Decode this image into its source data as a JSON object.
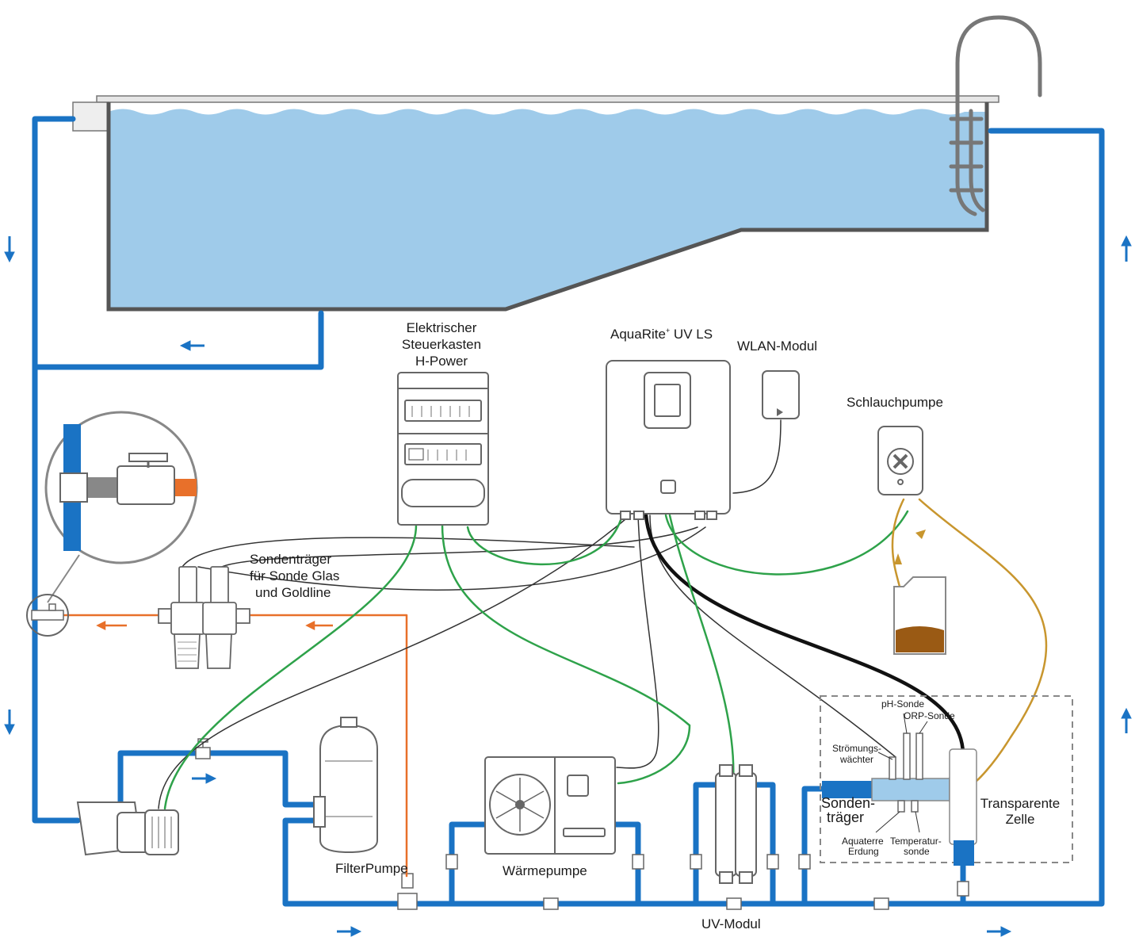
{
  "colors": {
    "pipe": "#1a73c4",
    "water": "#9fcbea",
    "pool_outline": "#555555",
    "orange_line": "#e8702a",
    "green_cable": "#2ea24a",
    "black_cable": "#222222",
    "tan_hose": "#c8962e",
    "device_outline": "#777777",
    "liquid": "#9a5a14"
  },
  "labels": {
    "control_box": [
      "Elektrischer",
      "Steuerkasten",
      "H-Power"
    ],
    "aquarite": "AquaRite",
    "aquarite_suffix": "+",
    "aquarite_model": " UV LS",
    "wlan": "WLAN-Modul",
    "peristaltic": "Schlauchpumpe",
    "probe_holder_glass": [
      "Sondenträger",
      "für Sonde Glas",
      "und Goldline"
    ],
    "ph_probe": "pH-Sonde",
    "orp_probe": "ORP-Sonde",
    "flow_switch": [
      "Strömungs-",
      "wächter"
    ],
    "probe_holder": [
      "Sonden-",
      "träger"
    ],
    "transparent_cell": [
      "Transparente",
      "Zelle"
    ],
    "ground": [
      "Aquaterre",
      "Erdung"
    ],
    "temp_probe": [
      "Temperatur-",
      "sonde"
    ],
    "filter_pump": "FilterPumpe",
    "heat_pump": "Wärmepumpe",
    "uv_module": "UV-Modul"
  },
  "icons": {
    "flow_arrow": "arrow-icon",
    "fan": "fan-icon",
    "valve": "valve-icon",
    "ladder": "ladder-icon"
  }
}
